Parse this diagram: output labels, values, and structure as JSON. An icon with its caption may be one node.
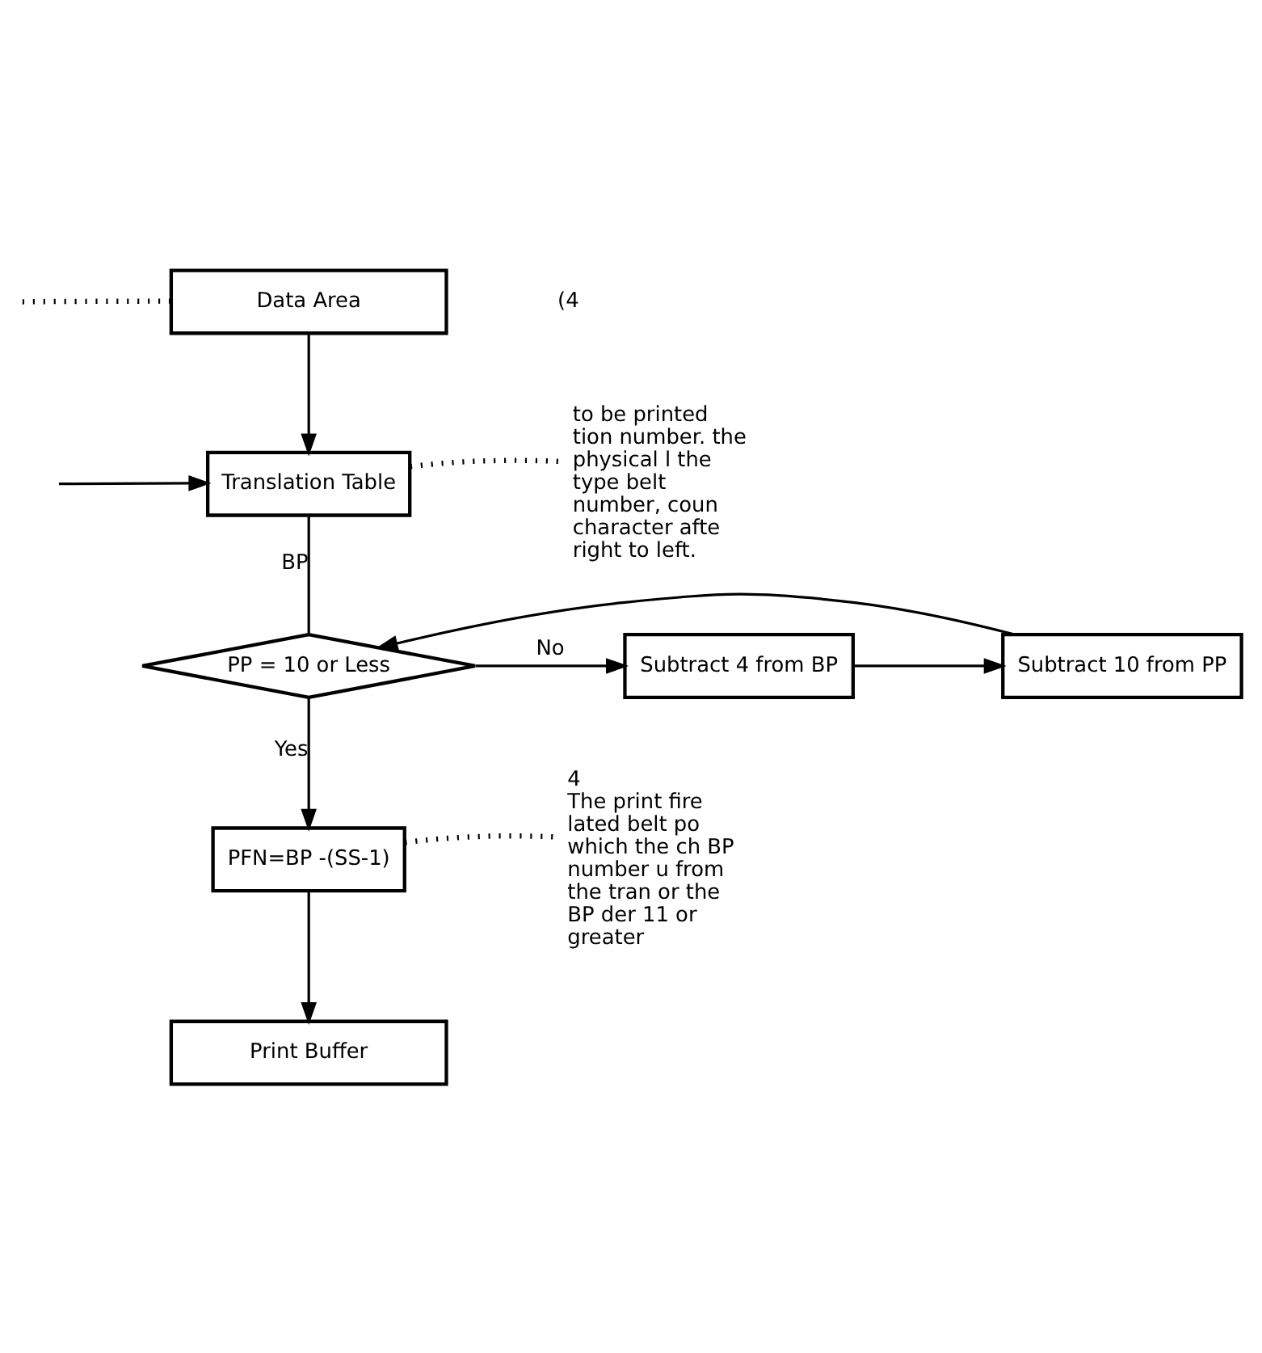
{
  "diagram": {
    "nodes": [
      {
        "text": [
          "Data Area"
        ]
      },
      {
        "text": [
          "Translation Table"
        ]
      },
      {
        "text": [
          "PP = 10 or Less"
        ]
      },
      {
        "text": [
          "Subtract 4 from BP"
        ]
      },
      {
        "text": [
          "Subtract 10 from PP"
        ]
      },
      {
        "text": [
          "PFN=BP -(SS-1)"
        ]
      },
      {
        "text": [
          "Print Buffer"
        ]
      },
      {
        "text": [
          "to be printed tion number. the physical l the type belt number, coun character afte right to left."
        ]
      },
      {
        "text": [
          "4",
          "The print fire lated belt po which the ch BP number u from the tran or the BP der 11 or greater"
        ]
      }
    ],
    "edges": [
      {
        "from": null,
        "to": 0,
        "arrow": "none",
        "style": "dashed"
      },
      {
        "from": 0,
        "to": 1,
        "arrow": "to"
      },
      {
        "from": null,
        "to": 1,
        "arrow": "to"
      },
      {
        "from": 1,
        "to": 2,
        "arrow": "none",
        "label": "BP"
      },
      {
        "from": 4,
        "to": 2,
        "arrow": "to"
      },
      {
        "from": 2,
        "to": 3,
        "arrow": "to",
        "label": "No"
      },
      {
        "from": 3,
        "to": 4,
        "arrow": "to"
      },
      {
        "from": 2,
        "to": 5,
        "arrow": "to",
        "label": "Yes"
      },
      {
        "from": 5,
        "to": 6,
        "arrow": "to"
      },
      {
        "from": 1,
        "to": 7,
        "arrow": "none",
        "style": "dashed"
      },
      {
        "from": 5,
        "to": 8,
        "arrow": "none",
        "style": "dashed"
      }
    ],
    "labels": [
      "(4"
    ]
  }
}
